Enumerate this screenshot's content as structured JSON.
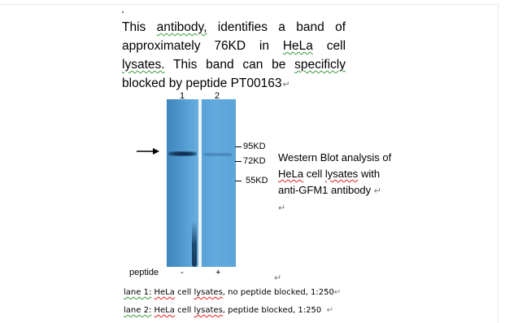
{
  "intro": {
    "w1": "This",
    "w2": "antibody,",
    "w3": "identifies a band of approximately 76KD in",
    "w4": "HeLa",
    "w5": "cell",
    "w6": "lysates.",
    "w7": "This band can be",
    "w8": "specificly",
    "w9": "blocked by peptide PT00163"
  },
  "lanes": {
    "lane1": "1",
    "lane2": "2"
  },
  "markers": [
    "95KD",
    "72KD",
    "55KD"
  ],
  "caption": {
    "line1": "Western Blot analysis of",
    "hela": "HeLa",
    "cell": "cell",
    "lysates": "lysates",
    "with": "with",
    "line3": "anti-GFM1 antibody"
  },
  "peptide": {
    "label": "peptide",
    "lane1_sign": "-",
    "lane2_sign": "+"
  },
  "lane_desc": {
    "row1_prefix": "lane 1:",
    "row1_hela": "HeLa",
    "row1_cell": "cell",
    "row1_lysates": "lysates",
    "row1_rest": ", no peptide blocked, 1:250",
    "row2_prefix": "lane 2:",
    "row2_hela": "HeLa",
    "row2_cell": "cell",
    "row2_lysates": "lysates",
    "row2_rest": ", peptide blocked, 1:250"
  },
  "marks": {
    "paragraph": "↵"
  }
}
